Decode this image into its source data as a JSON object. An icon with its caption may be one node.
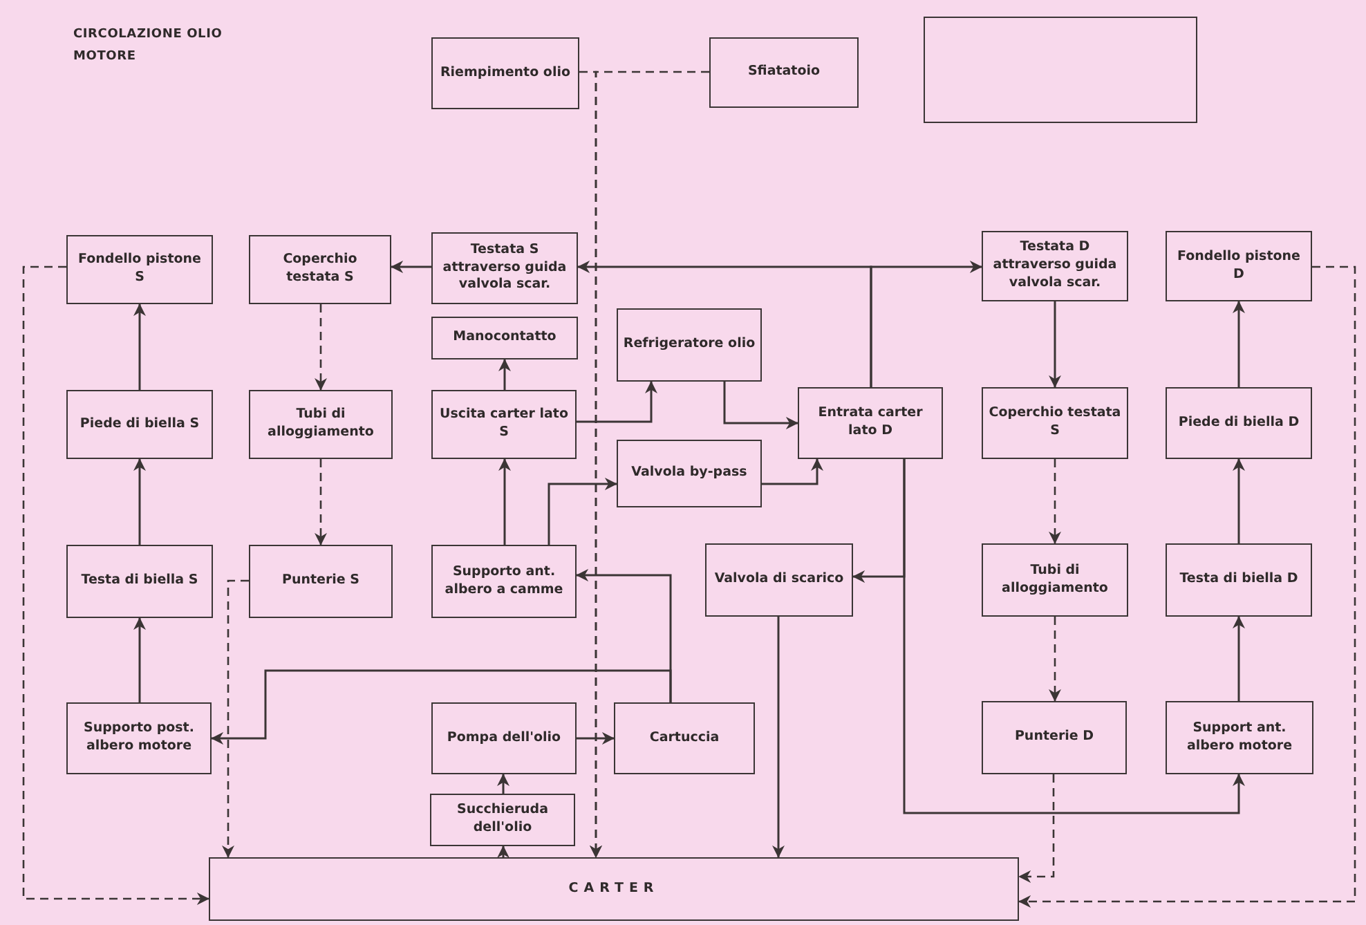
{
  "diagram": {
    "title": "CIRCOLAZIONE OLIO MOTORE",
    "nodes": [
      {
        "text": [
          "Riempimento olio"
        ]
      },
      {
        "text": [
          "Sfiatatoio"
        ]
      },
      {
        "text": [],
        "shape": "box"
      },
      {
        "text": [
          "Fondello pistone S"
        ]
      },
      {
        "text": [
          "Coperchio testata S"
        ]
      },
      {
        "text": [
          "Testata S attraverso guida valvola scar."
        ]
      },
      {
        "text": [
          "Testata D attraverso guida valvola scar."
        ]
      },
      {
        "text": [
          "Fondello pistone D"
        ]
      },
      {
        "text": [
          "Manocontatto"
        ]
      },
      {
        "text": [
          "Refrigeratore olio"
        ]
      },
      {
        "text": [
          "Piede di biella S"
        ]
      },
      {
        "text": [
          "Tubi di alloggiamento"
        ]
      },
      {
        "text": [
          "Uscita carter lato S"
        ]
      },
      {
        "text": [
          "Valvola by-pass"
        ]
      },
      {
        "text": [
          "Entrata carter lato D"
        ]
      },
      {
        "text": [
          "Coperchio testata S"
        ]
      },
      {
        "text": [
          "Piede di biella D"
        ]
      },
      {
        "text": [
          "Testa di biella S"
        ]
      },
      {
        "text": [
          "Punterie S"
        ]
      },
      {
        "text": [
          "Supporto ant. albero a camme"
        ]
      },
      {
        "text": [
          "Valvola di scarico"
        ]
      },
      {
        "text": [
          "Tubi di alloggiamento"
        ]
      },
      {
        "text": [
          "Testa di biella D"
        ]
      },
      {
        "text": [
          "Supporto post. albero motore"
        ]
      },
      {
        "text": [
          "Pompa dell'olio"
        ]
      },
      {
        "text": [
          "Cartuccia"
        ]
      },
      {
        "text": [
          "Punterie D"
        ]
      },
      {
        "text": [
          "Support ant. albero motore"
        ]
      },
      {
        "text": [
          "Succhieruda dell'olio"
        ]
      },
      {
        "text": [
          "CARTER"
        ]
      }
    ],
    "edges": [
      {
        "from": 0,
        "to": 29,
        "arrow": "to",
        "style": "dashed"
      },
      {
        "from": 1,
        "to": 29,
        "arrow": "to",
        "style": "dashed"
      },
      {
        "from": 3,
        "to": 29,
        "arrow": "to",
        "style": "dashed"
      },
      {
        "from": 4,
        "to": 11,
        "arrow": "to",
        "style": "dashed"
      },
      {
        "from": 11,
        "to": 18,
        "arrow": "to",
        "style": "dashed"
      },
      {
        "from": 18,
        "to": 29,
        "arrow": "to",
        "style": "dashed"
      },
      {
        "from": 5,
        "to": 4,
        "arrow": "to"
      },
      {
        "from": 14,
        "to": 5,
        "arrow": "to"
      },
      {
        "from": 14,
        "to": 6,
        "arrow": "to"
      },
      {
        "from": 6,
        "to": 15,
        "arrow": "to"
      },
      {
        "from": 15,
        "to": 21,
        "arrow": "to",
        "style": "dashed"
      },
      {
        "from": 21,
        "to": 26,
        "arrow": "to",
        "style": "dashed"
      },
      {
        "from": 26,
        "to": 29,
        "arrow": "to",
        "style": "dashed"
      },
      {
        "from": 7,
        "to": 29,
        "arrow": "to",
        "style": "dashed"
      },
      {
        "from": 10,
        "to": 3,
        "arrow": "to"
      },
      {
        "from": 17,
        "to": 10,
        "arrow": "to"
      },
      {
        "from": 23,
        "to": 17,
        "arrow": "to"
      },
      {
        "from": 27,
        "to": 22,
        "arrow": "to"
      },
      {
        "from": 22,
        "to": 16,
        "arrow": "to"
      },
      {
        "from": 16,
        "to": 7,
        "arrow": "to"
      },
      {
        "from": 12,
        "to": 8,
        "arrow": "to"
      },
      {
        "from": 12,
        "to": 9,
        "arrow": "to"
      },
      {
        "from": 9,
        "to": 14,
        "arrow": "to"
      },
      {
        "from": 19,
        "to": 12,
        "arrow": "to"
      },
      {
        "from": 19,
        "to": 13,
        "arrow": "to"
      },
      {
        "from": 13,
        "to": 14,
        "arrow": "to"
      },
      {
        "from": 14,
        "to": 20,
        "arrow": "to"
      },
      {
        "from": 14,
        "to": 27,
        "arrow": "to"
      },
      {
        "from": 20,
        "to": 29,
        "arrow": "to"
      },
      {
        "from": 25,
        "to": 19,
        "arrow": "to"
      },
      {
        "from": 25,
        "to": 23,
        "arrow": "to"
      },
      {
        "from": 24,
        "to": 25,
        "arrow": "to"
      },
      {
        "from": 28,
        "to": 24,
        "arrow": "to"
      },
      {
        "from": 29,
        "to": 28,
        "arrow": "to"
      }
    ]
  }
}
